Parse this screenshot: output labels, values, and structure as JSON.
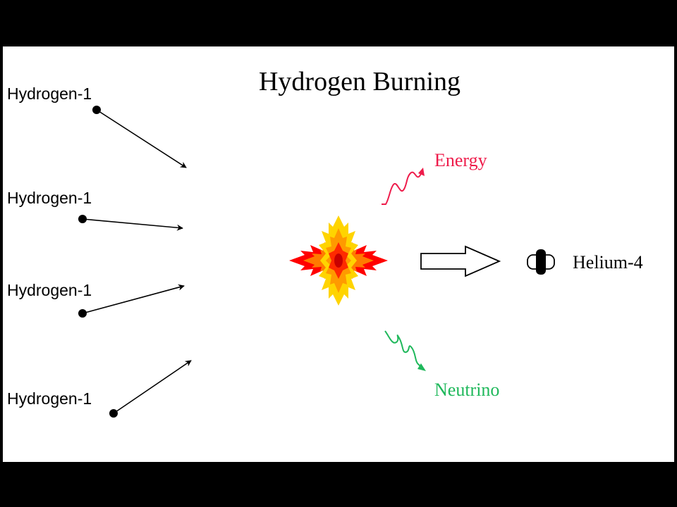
{
  "diagram": {
    "title": "Hydrogen Burning",
    "inputs": [
      {
        "label": "Hydrogen-1"
      },
      {
        "label": "Hydrogen-1"
      },
      {
        "label": "Hydrogen-1"
      },
      {
        "label": "Hydrogen-1"
      }
    ],
    "energy": {
      "label": "Energy",
      "color": "#ee1c4b"
    },
    "neutrino": {
      "label": "Neutrino",
      "color": "#1fb85b"
    },
    "product": {
      "label": "Helium-4"
    },
    "colors": {
      "background": "#ffffff",
      "frame": "#000000",
      "ink": "#000000",
      "flare_outer": "#ff0000",
      "flare_mid": "#ff8c00",
      "flare_inner": "#ffe600"
    }
  }
}
